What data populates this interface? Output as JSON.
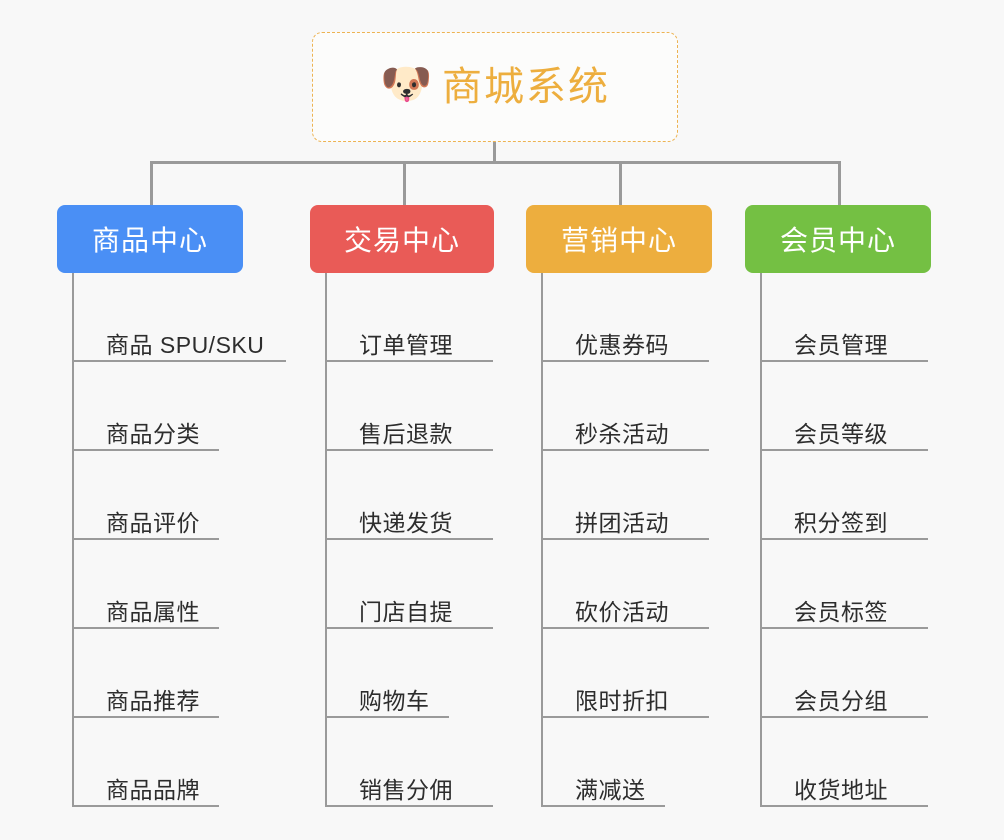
{
  "diagram": {
    "type": "mindmap-tree",
    "background_color": "#f8f8f8",
    "root": {
      "title": "商城系统",
      "icon": "shiba-dog-face",
      "emoji": "🐶",
      "text_color": "#edae3e",
      "border_color": "#edb352",
      "border_style": "dashed"
    },
    "branches": [
      {
        "label": "商品中心",
        "color": "#4a8ff5",
        "items": [
          {
            "label": "商品 SPU/SKU",
            "underline": "u-w1"
          },
          {
            "label": "商品分类",
            "underline": "u-w3"
          },
          {
            "label": "商品评价",
            "underline": "u-w3"
          },
          {
            "label": "商品属性",
            "underline": "u-w3"
          },
          {
            "label": "商品推荐",
            "underline": "u-w3"
          },
          {
            "label": "商品品牌",
            "underline": "u-w3"
          }
        ]
      },
      {
        "label": "交易中心",
        "color": "#e95b57",
        "items": [
          {
            "label": "订单管理",
            "underline": "u-w2"
          },
          {
            "label": "售后退款",
            "underline": "u-w2"
          },
          {
            "label": "快递发货",
            "underline": "u-w2"
          },
          {
            "label": "门店自提",
            "underline": "u-w2"
          },
          {
            "label": "购物车",
            "underline": "u-w4"
          },
          {
            "label": "销售分佣",
            "underline": "u-w2"
          }
        ]
      },
      {
        "label": "营销中心",
        "color": "#edae3e",
        "items": [
          {
            "label": "优惠券码",
            "underline": "u-w2"
          },
          {
            "label": "秒杀活动",
            "underline": "u-w2"
          },
          {
            "label": "拼团活动",
            "underline": "u-w2"
          },
          {
            "label": "砍价活动",
            "underline": "u-w2"
          },
          {
            "label": "限时折扣",
            "underline": "u-w2"
          },
          {
            "label": "满减送",
            "underline": "u-w4"
          }
        ]
      },
      {
        "label": "会员中心",
        "color": "#74c043",
        "items": [
          {
            "label": "会员管理",
            "underline": "u-w2"
          },
          {
            "label": "会员等级",
            "underline": "u-w2"
          },
          {
            "label": "积分签到",
            "underline": "u-w2"
          },
          {
            "label": "会员标签",
            "underline": "u-w2"
          },
          {
            "label": "会员分组",
            "underline": "u-w2"
          },
          {
            "label": "收货地址",
            "underline": "u-w2"
          }
        ]
      }
    ],
    "connector_color": "#9a9a9a"
  }
}
